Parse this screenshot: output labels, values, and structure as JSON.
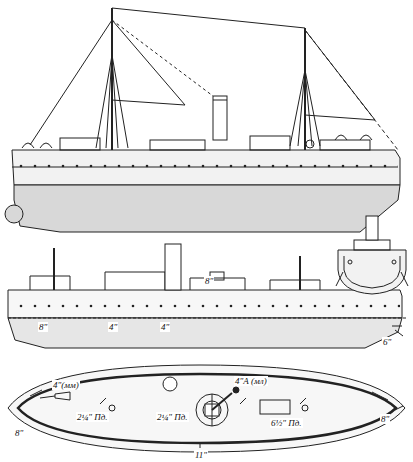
{
  "diagram": {
    "labels": [
      "8\"",
      "8\"",
      "4\"",
      "4\"",
      "6\"",
      "4\"(мм)",
      "4\"А (мл)",
      "2¼\" Пд.",
      "2¼\" Пд.",
      "6½\" Пд.",
      "11\"",
      "8\"",
      "8\""
    ]
  }
}
